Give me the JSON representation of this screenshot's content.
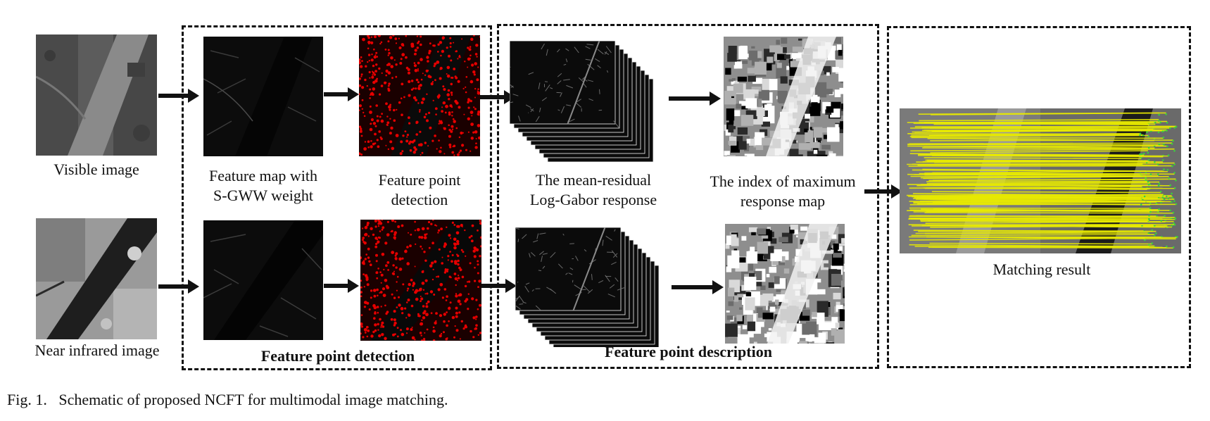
{
  "inputs": {
    "visible_label": "Visible image",
    "nir_label": "Near infrared image"
  },
  "detection": {
    "title": "Feature point detection",
    "feature_map_label_1": "Feature map with",
    "feature_map_label_2": "S-GWW weight",
    "points_label_1": "Feature point",
    "points_label_2": "detection"
  },
  "description": {
    "title": "Feature point description",
    "logabor_label_1": "The mean-residual",
    "logabor_label_2": "Log-Gabor response",
    "index_label_1": "The index of maximum",
    "index_label_2": "response map"
  },
  "matching": {
    "label": "Matching result"
  },
  "caption": "Fig. 1.   Schematic of proposed NCFT for multimodal image matching.",
  "colors": {
    "feature_points": "#e60000",
    "match_lines": "#e8ea00",
    "match_endpoints": "#39d23a"
  }
}
